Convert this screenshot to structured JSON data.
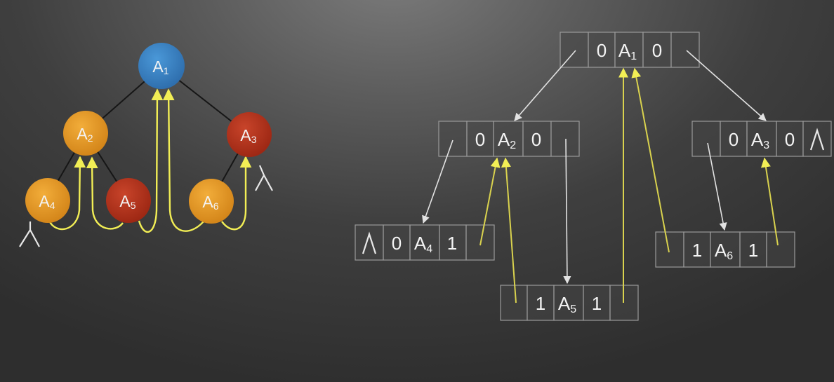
{
  "colors": {
    "root": "#3a83c4",
    "orange": "#e39a27",
    "red": "#b5331c",
    "thread": "#f2ee55",
    "pointer": "#e2e2e2"
  },
  "tree": {
    "nodes": [
      {
        "id": "A1",
        "letter": "A",
        "sub": "1",
        "color": "root"
      },
      {
        "id": "A2",
        "letter": "A",
        "sub": "2",
        "color": "orange"
      },
      {
        "id": "A3",
        "letter": "A",
        "sub": "3",
        "color": "red"
      },
      {
        "id": "A4",
        "letter": "A",
        "sub": "4",
        "color": "orange"
      },
      {
        "id": "A5",
        "letter": "A",
        "sub": "5",
        "color": "red"
      },
      {
        "id": "A6",
        "letter": "A",
        "sub": "6",
        "color": "orange"
      }
    ]
  },
  "records": [
    {
      "id": "A1",
      "ltag": "0",
      "letter": "A",
      "sub": "1",
      "rtag": "0"
    },
    {
      "id": "A2",
      "ltag": "0",
      "letter": "A",
      "sub": "2",
      "rtag": "0"
    },
    {
      "id": "A3",
      "ltag": "0",
      "letter": "A",
      "sub": "3",
      "rtag": "0",
      "right_null": true
    },
    {
      "id": "A4",
      "ltag": "0",
      "letter": "A",
      "sub": "4",
      "rtag": "1",
      "left_null": true
    },
    {
      "id": "A5",
      "ltag": "1",
      "letter": "A",
      "sub": "5",
      "rtag": "1"
    },
    {
      "id": "A6",
      "ltag": "1",
      "letter": "A",
      "sub": "6",
      "rtag": "1"
    }
  ]
}
